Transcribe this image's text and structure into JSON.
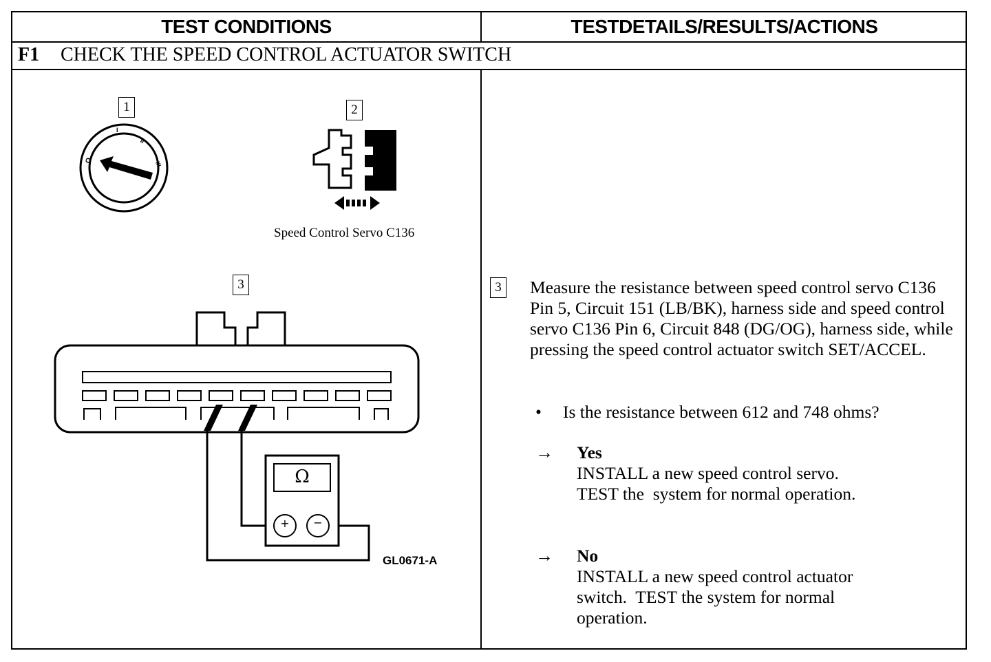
{
  "header": {
    "left": "TEST CONDITIONS",
    "right": "TESTDETAILS/RESULTS/ACTIONS"
  },
  "section": {
    "id": "F1",
    "title": "CHECK THE SPEED CONTROL ACTUATOR SWITCH"
  },
  "steps": {
    "s1": "1",
    "s2": "2",
    "s3": "3"
  },
  "figure": {
    "connector_caption": "Speed Control Servo C136",
    "meter_symbol": "Ω",
    "plus": "+",
    "minus": "−",
    "figure_id": "GL0671-A",
    "icons": [
      "ignition-switch-icon",
      "connector-disconnect-icon",
      "connector-face-icon",
      "ohmmeter-icon"
    ]
  },
  "details": {
    "step_number": "3",
    "instruction": "Measure the resistance between speed control servo C136 Pin 5, Circuit 151 (LB/BK), harness side and speed control servo C136 Pin 6, Circuit 848 (DG/OG), harness side, while pressing the speed control actuator switch SET/ACCEL.",
    "bullet": "•",
    "question": "Is the resistance between 612 and 748 ohms?",
    "arrow": "→",
    "yes_label": "Yes",
    "yes_line1": "INSTALL a new speed control servo.",
    "yes_line2": "TEST the  system for normal operation.",
    "no_label": "No",
    "no_line1": "INSTALL a new speed control actuator",
    "no_line2": "switch.  TEST the system for normal",
    "no_line3": "operation."
  }
}
